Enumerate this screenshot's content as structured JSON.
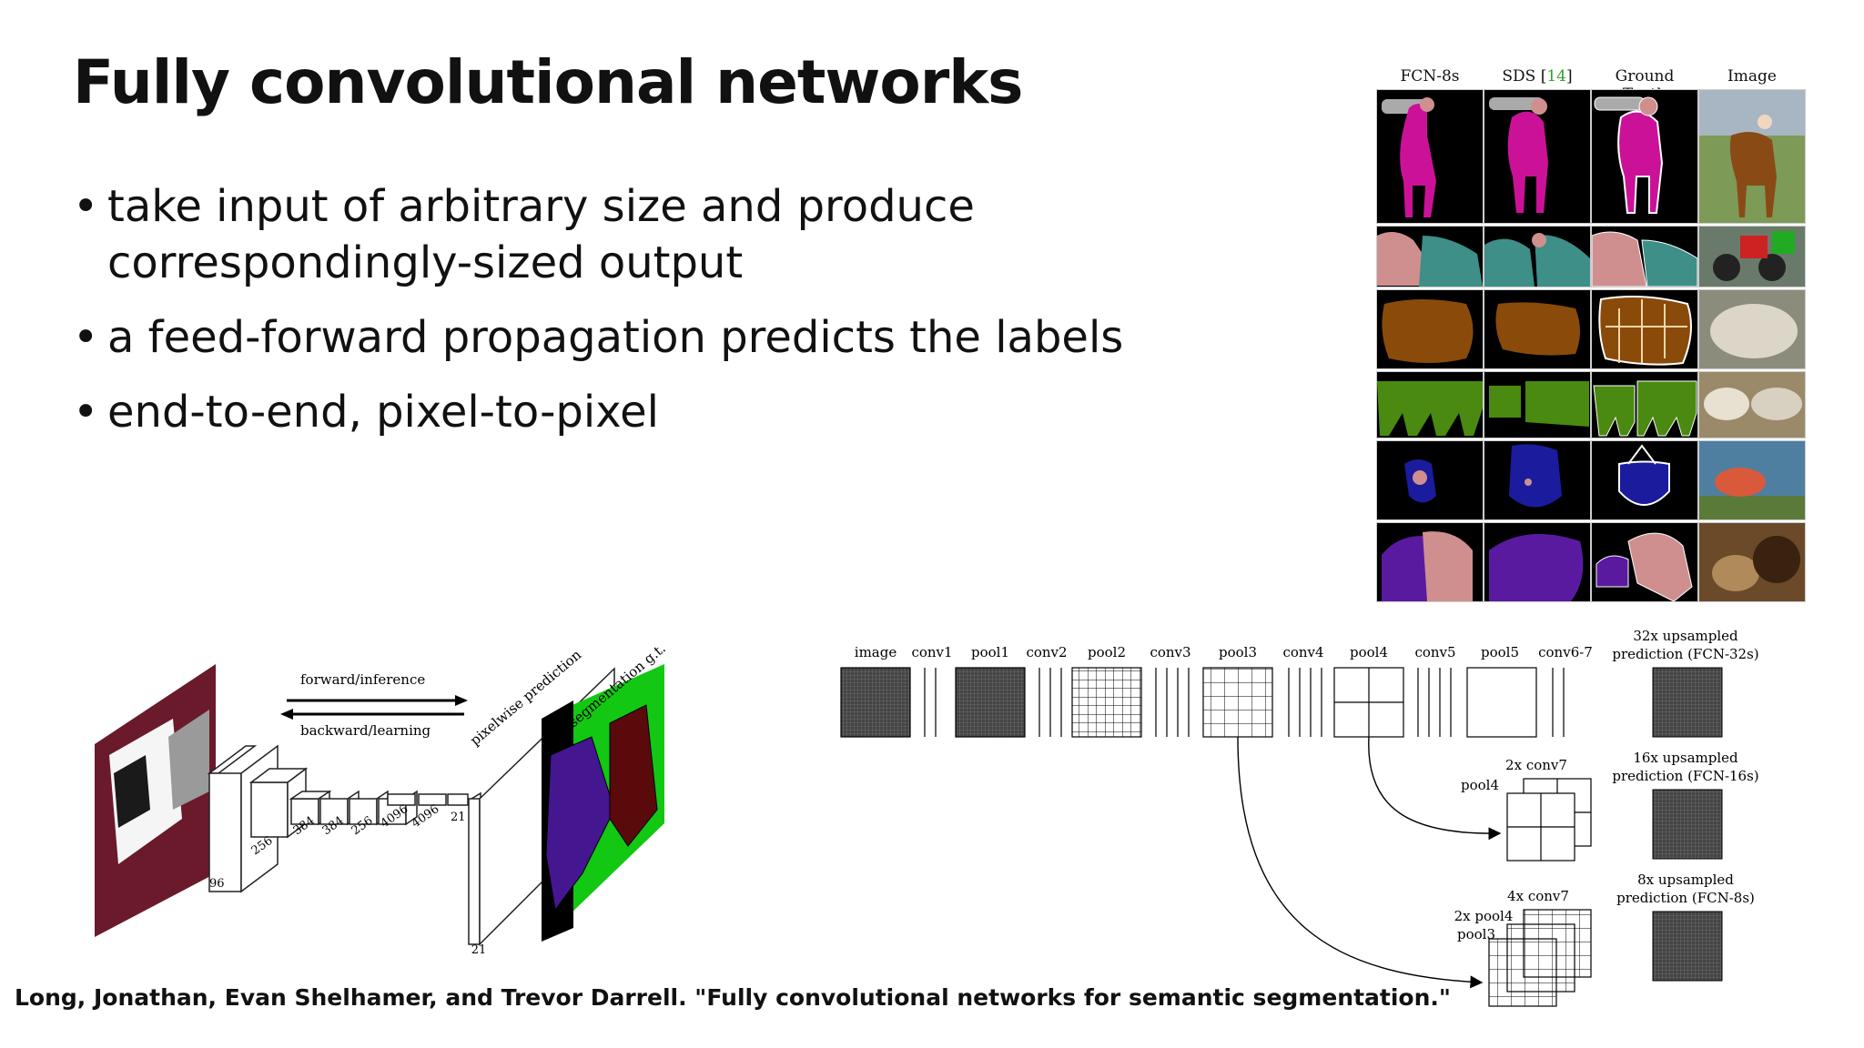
{
  "slide": {
    "title": "Fully convolutional networks",
    "bullets": [
      "take input of arbitrary size and produce correspondingly-sized output",
      "a feed-forward propagation predicts the labels",
      "end-to-end, pixel-to-pixel"
    ],
    "citation": "Long, Jonathan, Evan Shelhamer, and Trevor Darrell. \"Fully convolutional networks for semantic segmentation.\""
  },
  "segmentation_grid": {
    "columns": [
      "FCN-8s",
      "SDS [14]",
      "Ground Truth",
      "Image"
    ],
    "sds_ref": "14"
  },
  "fcn_diagram": {
    "forward_label": "forward/inference",
    "backward_label": "backward/learning",
    "prediction_label": "pixelwise prediction",
    "gt_label": "segmentation g.t.",
    "layer_numbers": [
      "96",
      "256",
      "384",
      "384",
      "256",
      "4096",
      "4096",
      "21",
      "21"
    ]
  },
  "architecture": {
    "stages": [
      "image",
      "conv1",
      "pool1",
      "conv2",
      "pool2",
      "conv3",
      "pool3",
      "conv4",
      "pool4",
      "conv5",
      "pool5",
      "conv6-7"
    ],
    "outputs": [
      {
        "line1": "32x upsampled",
        "line2": "prediction (FCN-32s)"
      },
      {
        "line1": "16x upsampled",
        "line2": "prediction (FCN-16s)"
      },
      {
        "line1": "8x upsampled",
        "line2": "prediction (FCN-8s)"
      }
    ],
    "fusion_labels": {
      "two_conv7": "2x conv7",
      "pool4_a": "pool4",
      "four_conv7": "4x conv7",
      "two_pool4": "2x pool4",
      "pool3": "pool3"
    }
  },
  "colors": {
    "magenta": "#cc1199",
    "teal": "#3d8f88",
    "brown": "#8a4a0a",
    "green": "#4a8a10",
    "navy": "#1b1b9e",
    "purple": "#5a1aa0",
    "pink": "#cf8f8f",
    "gt_green": "#12c812",
    "dark_red": "#5a0a0a"
  }
}
